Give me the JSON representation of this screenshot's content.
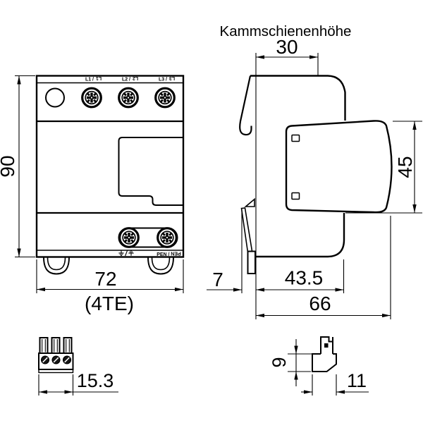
{
  "drawing": {
    "title": "Kammschienenhöhe",
    "front_view": {
      "height_dim": "90",
      "width_dim": "72",
      "width_units_note": "(4TE)",
      "terminals_top": [
        {
          "label": "L1 /",
          "label_mirrored": "L1"
        },
        {
          "label": "L2 /",
          "label_mirrored": "L2"
        },
        {
          "label": "L3 /",
          "label_mirrored": "L3"
        }
      ],
      "terminal_bottom": {
        "earth_icons": "earth-ground-icon / earth-ground-icon-rotated",
        "label": "PEN / ",
        "label_mirrored": "PEN"
      }
    },
    "side_view": {
      "comb_rail_width_dim": "30",
      "module_height_dim": "45",
      "rail_clip_depth_dim": "7",
      "body_depth_dim": "43.5",
      "total_depth_dim": "66"
    },
    "terminal_block_front": {
      "width_dim": "15.3"
    },
    "terminal_block_side": {
      "height_dim": "9",
      "width_dim": "11"
    }
  },
  "colors": {
    "line": "#000000",
    "background": "#ffffff"
  }
}
